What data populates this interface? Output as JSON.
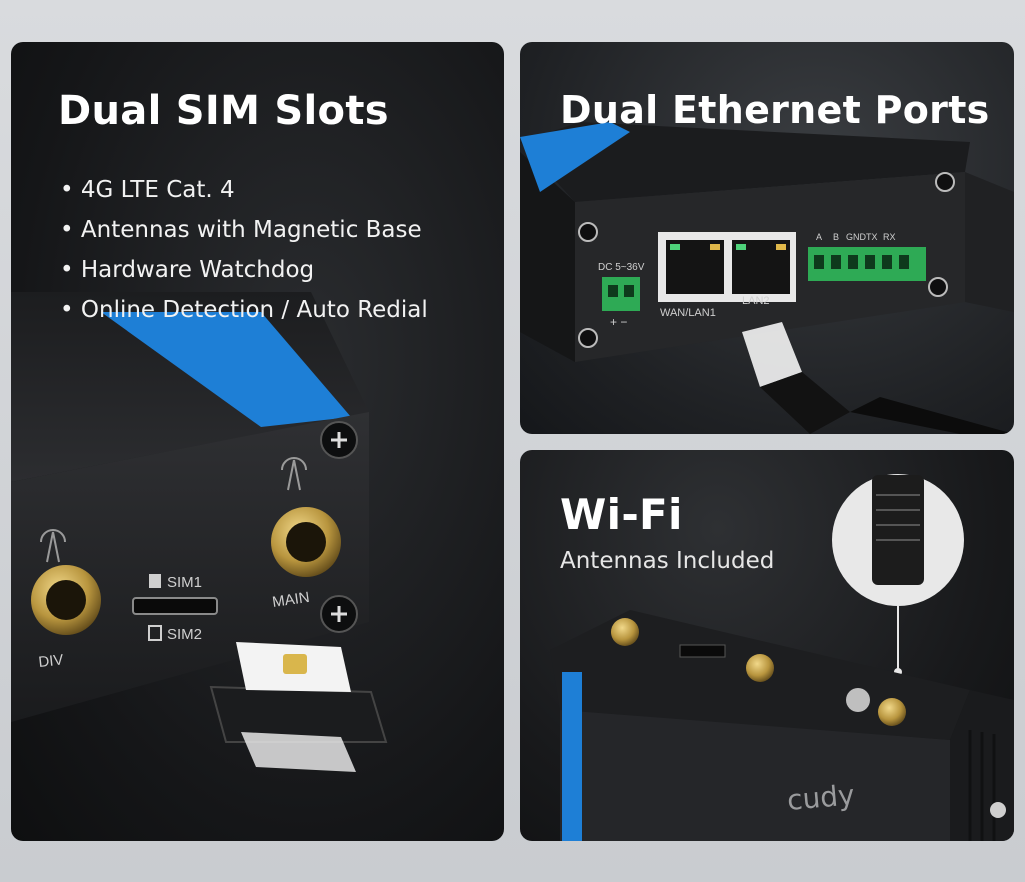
{
  "panels": {
    "sim": {
      "title": "Dual SIM Slots",
      "features": [
        "4G LTE Cat. 4",
        "Antennas with Magnetic Base",
        "Hardware Watchdog",
        "Online Detection / Auto Redial"
      ],
      "labels": {
        "sim1": "SIM1",
        "sim2": "SIM2",
        "main": "MAIN",
        "div": "DIV"
      }
    },
    "ethernet": {
      "title": "Dual Ethernet Ports",
      "labels": {
        "power": "DC 5~36V",
        "polarity": "+ −",
        "wan": "WAN/LAN1",
        "lan2": "LAN2",
        "terminal": [
          "A",
          "B",
          "GND",
          "TX",
          "RX"
        ]
      }
    },
    "wifi": {
      "title": "Wi-Fi",
      "subtitle": "Antennas Included",
      "brand": "cudy"
    }
  },
  "colors": {
    "accent_blue": "#1e7fd6",
    "gold": "#b8953e",
    "terminal_green": "#2eaa55"
  }
}
